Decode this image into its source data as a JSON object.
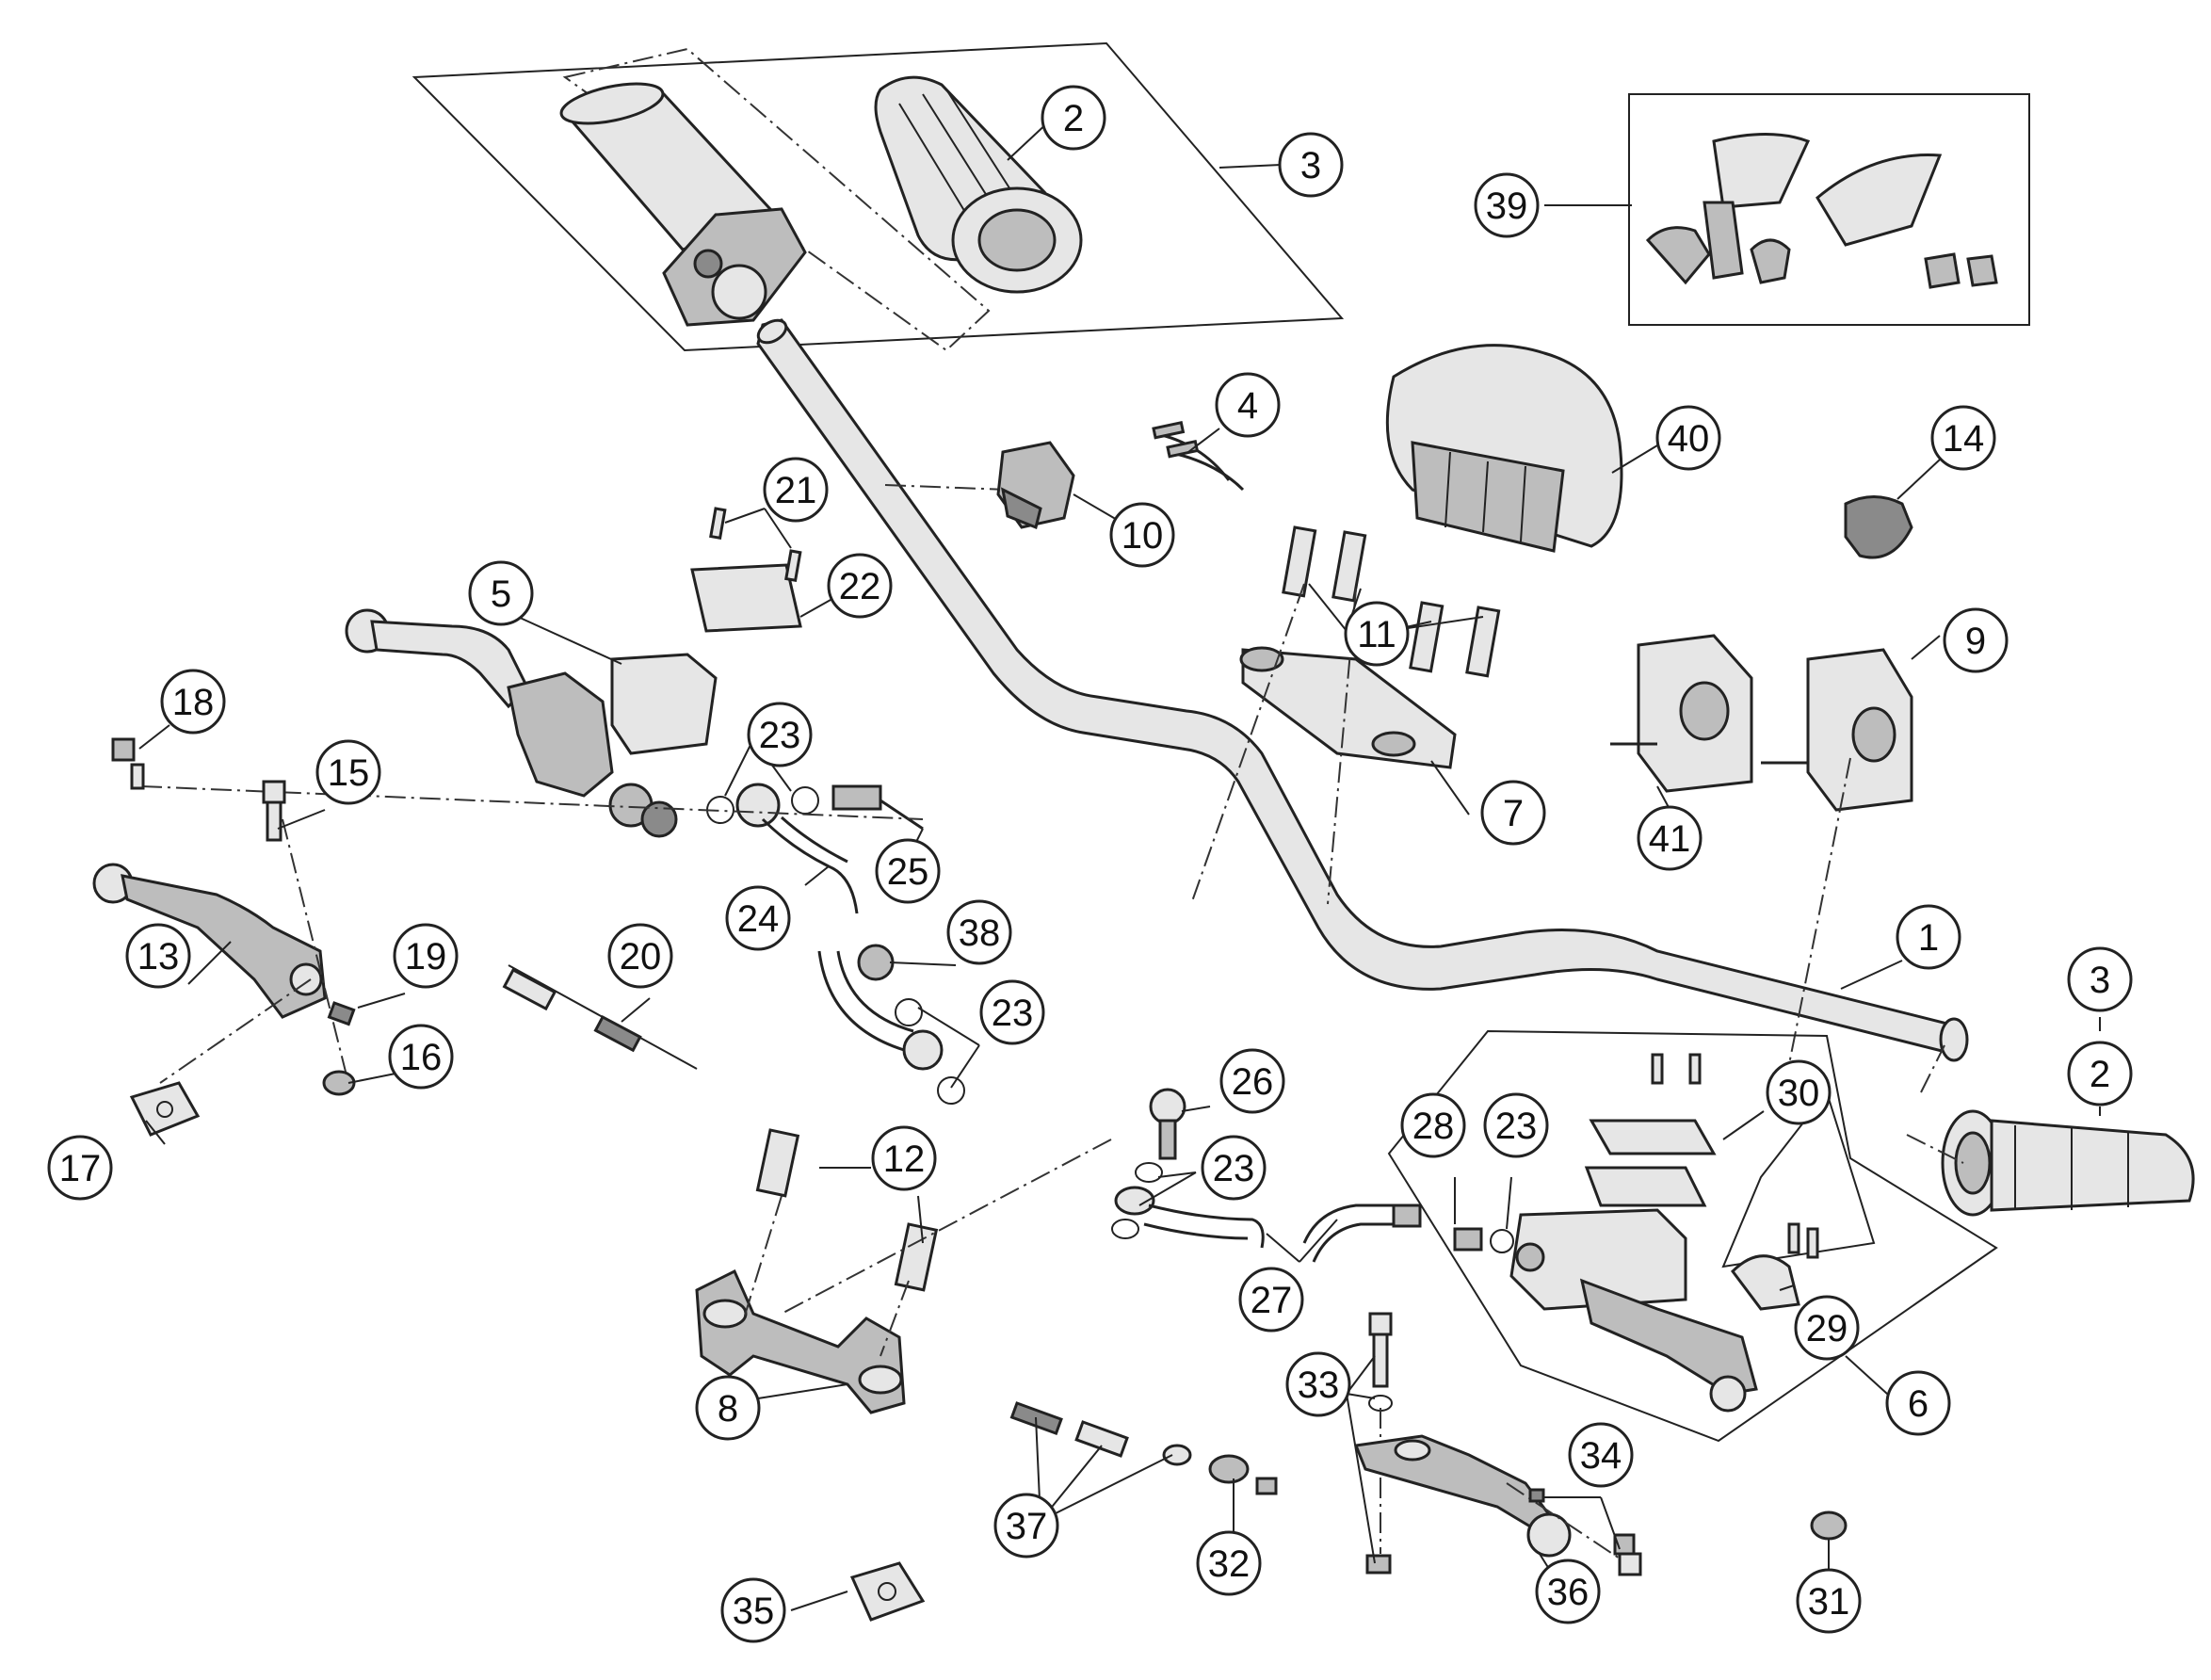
{
  "diagram": {
    "callouts": [
      {
        "id": "c2a",
        "label": "2"
      },
      {
        "id": "c3a",
        "label": "3"
      },
      {
        "id": "c39",
        "label": "39"
      },
      {
        "id": "c4",
        "label": "4"
      },
      {
        "id": "c40",
        "label": "40"
      },
      {
        "id": "c14",
        "label": "14"
      },
      {
        "id": "c21",
        "label": "21"
      },
      {
        "id": "c10",
        "label": "10"
      },
      {
        "id": "c22",
        "label": "22"
      },
      {
        "id": "c5",
        "label": "5"
      },
      {
        "id": "c11",
        "label": "11"
      },
      {
        "id": "c9",
        "label": "9"
      },
      {
        "id": "c18",
        "label": "18"
      },
      {
        "id": "c23a",
        "label": "23"
      },
      {
        "id": "c15",
        "label": "15"
      },
      {
        "id": "c7",
        "label": "7"
      },
      {
        "id": "c41",
        "label": "41"
      },
      {
        "id": "c25",
        "label": "25"
      },
      {
        "id": "c24",
        "label": "24"
      },
      {
        "id": "c1",
        "label": "1"
      },
      {
        "id": "c3b",
        "label": "3"
      },
      {
        "id": "c20",
        "label": "20"
      },
      {
        "id": "c38",
        "label": "38"
      },
      {
        "id": "c13",
        "label": "13"
      },
      {
        "id": "c19",
        "label": "19"
      },
      {
        "id": "c23b",
        "label": "23"
      },
      {
        "id": "c2b",
        "label": "2"
      },
      {
        "id": "c16",
        "label": "16"
      },
      {
        "id": "c26",
        "label": "26"
      },
      {
        "id": "c28",
        "label": "28"
      },
      {
        "id": "c23c",
        "label": "23"
      },
      {
        "id": "c30",
        "label": "30"
      },
      {
        "id": "c17",
        "label": "17"
      },
      {
        "id": "c12",
        "label": "12"
      },
      {
        "id": "c23d",
        "label": "23"
      },
      {
        "id": "c27",
        "label": "27"
      },
      {
        "id": "c29",
        "label": "29"
      },
      {
        "id": "c33",
        "label": "33"
      },
      {
        "id": "c8",
        "label": "8"
      },
      {
        "id": "c6",
        "label": "6"
      },
      {
        "id": "c34",
        "label": "34"
      },
      {
        "id": "c37",
        "label": "37"
      },
      {
        "id": "c32",
        "label": "32"
      },
      {
        "id": "c36",
        "label": "36"
      },
      {
        "id": "c31",
        "label": "31"
      },
      {
        "id": "c35",
        "label": "35"
      }
    ]
  }
}
